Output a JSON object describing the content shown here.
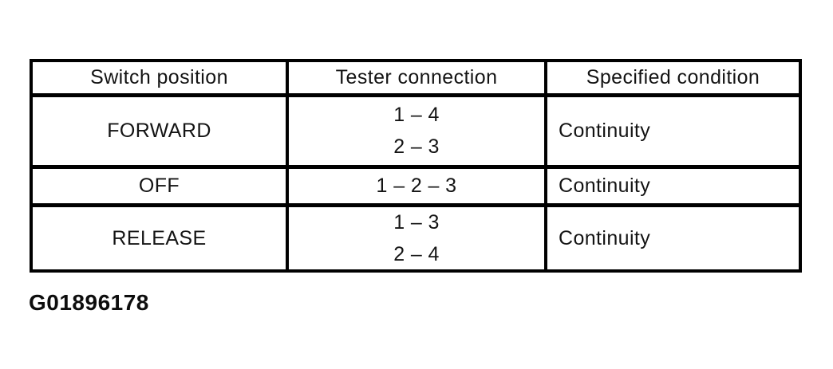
{
  "figure_id": "G01896178",
  "table": {
    "headers": [
      "Switch position",
      "Tester connection",
      "Specified condition"
    ],
    "rows": [
      {
        "switch_position": "FORWARD",
        "tester_connection": [
          "1 – 4",
          "2 – 3"
        ],
        "specified_condition": "Continuity"
      },
      {
        "switch_position": "OFF",
        "tester_connection": [
          "1 – 2 – 3"
        ],
        "specified_condition": "Continuity"
      },
      {
        "switch_position": "RELEASE",
        "tester_connection": [
          "1 – 3",
          "2 – 4"
        ],
        "specified_condition": "Continuity"
      }
    ]
  },
  "colors": {
    "background": "#ffffff",
    "border": "#000000",
    "text": "#141414"
  }
}
